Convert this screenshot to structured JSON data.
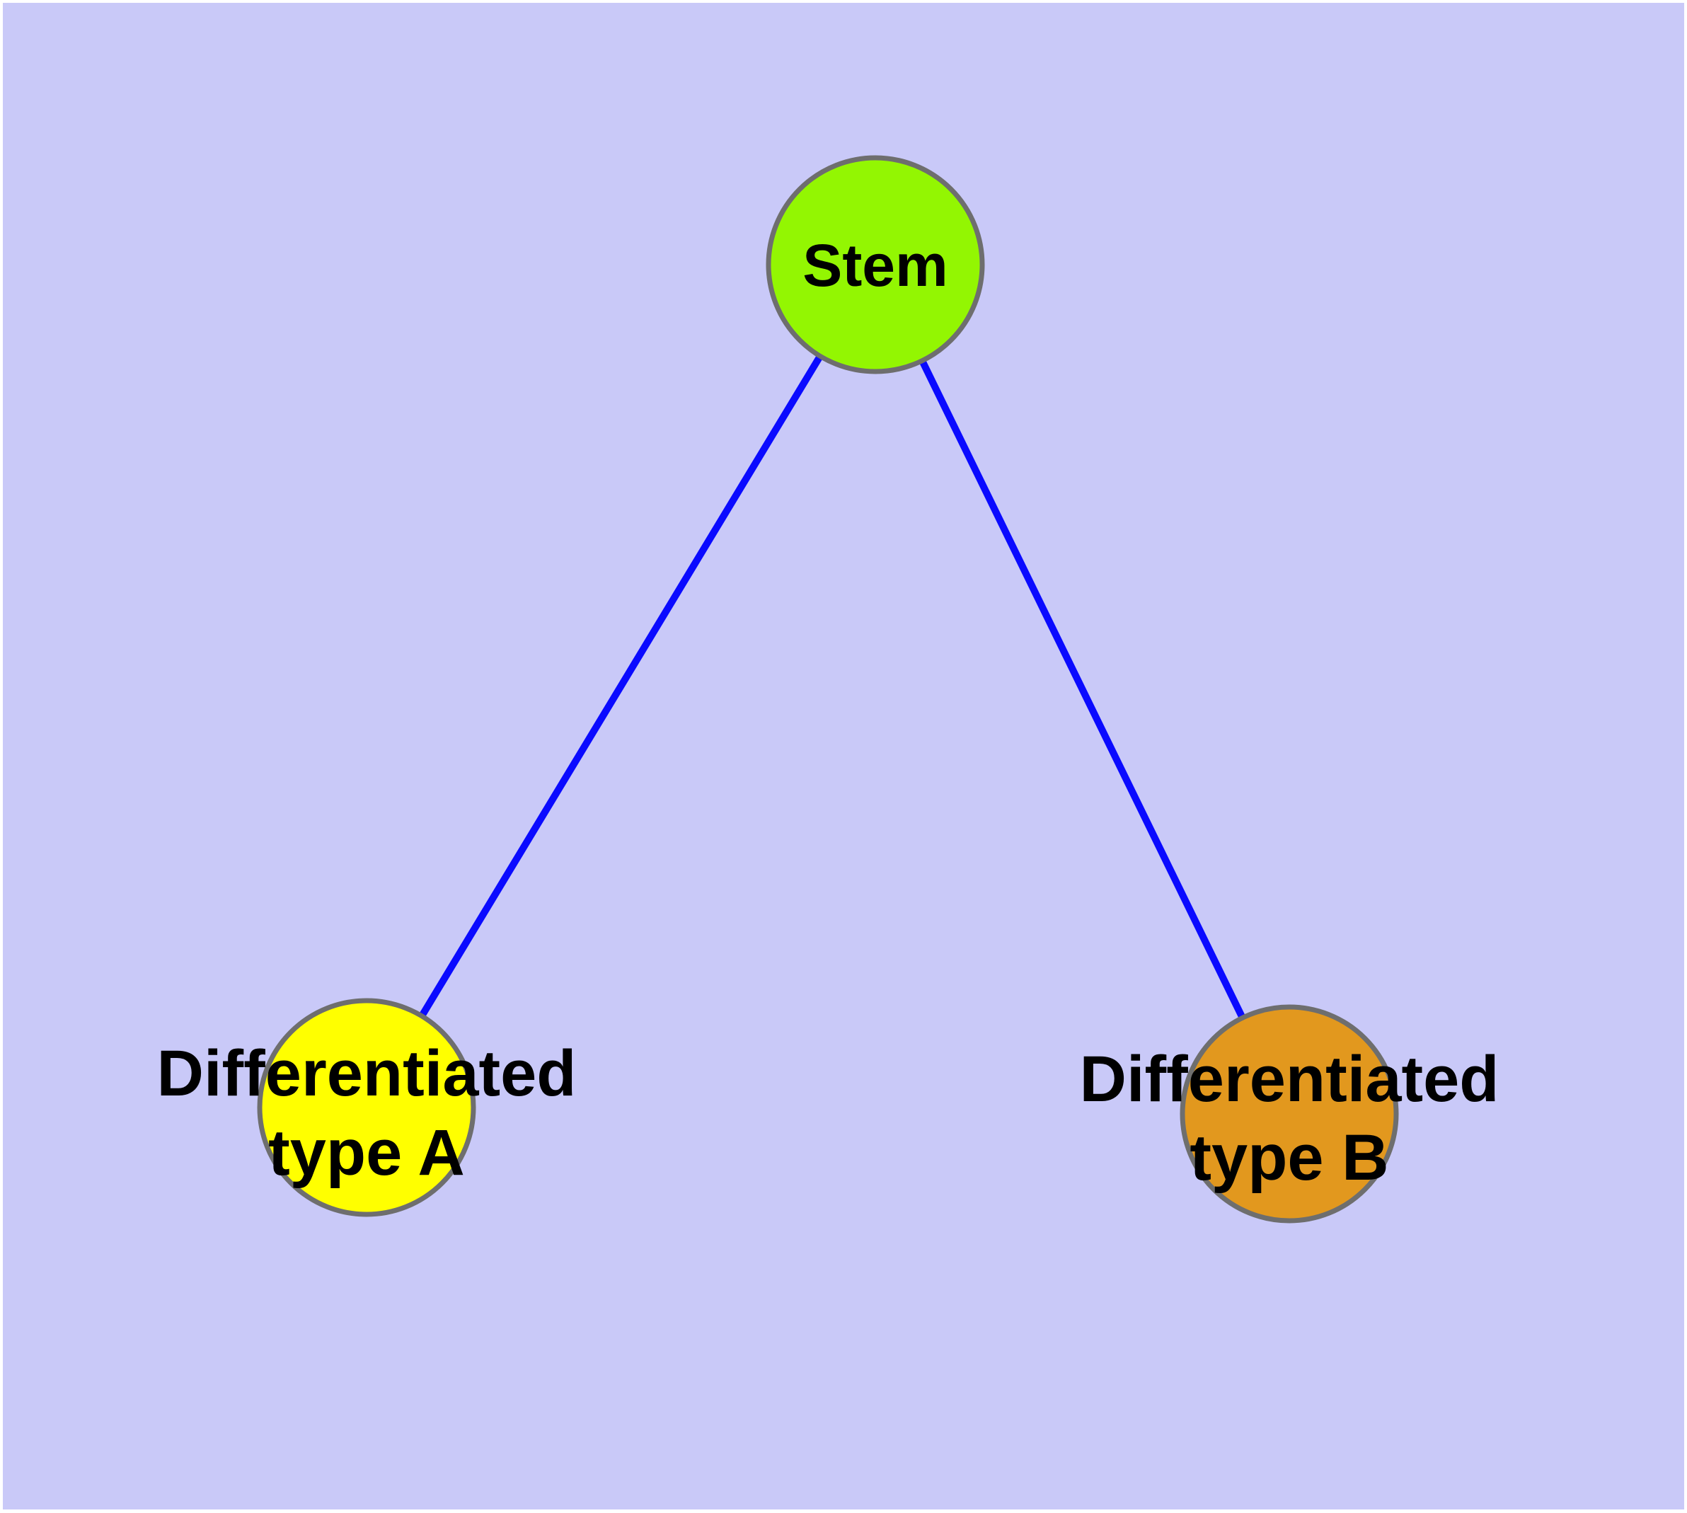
{
  "diagram": {
    "background_color": "#C9C9F8",
    "frame_color": "#FFFFFF",
    "edge_color": "#0A0AFF",
    "node_border_color": "#6E6E6E",
    "label_color": "#000000",
    "nodes": [
      {
        "id": "stem",
        "label": "Stem",
        "fill": "#93F602"
      },
      {
        "id": "differentiated-type-a",
        "label_line1": "Differentiated",
        "label_line2": "type A",
        "fill": "#FFFF00"
      },
      {
        "id": "differentiated-type-b",
        "label_line1": "Differentiated",
        "label_line2": "type B",
        "fill": "#E2981E"
      }
    ],
    "edges": [
      {
        "id": "stem-to-type-a",
        "from": "stem",
        "to": "differentiated-type-a"
      },
      {
        "id": "stem-to-type-b",
        "from": "stem",
        "to": "differentiated-type-b"
      }
    ]
  }
}
